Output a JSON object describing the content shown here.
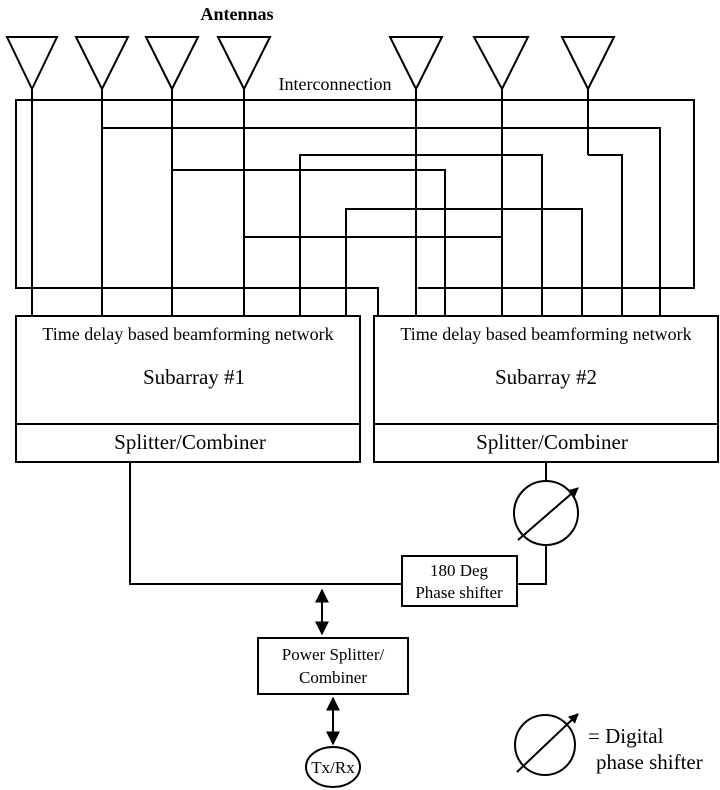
{
  "labels": {
    "antennas": "Antennas",
    "interconnection": "Interconnection",
    "legend_line1": "= Digital",
    "legend_line2": "phase shifter"
  },
  "subarray1": {
    "network": "Time delay based beamforming network",
    "name": "Subarray #1",
    "splitter": "Splitter/Combiner"
  },
  "subarray2": {
    "network": "Time delay based beamforming network",
    "name": "Subarray #2",
    "splitter": "Splitter/Combiner"
  },
  "phase_shifter_180": {
    "line1": "180 Deg",
    "line2": "Phase shifter"
  },
  "power_splitter": {
    "line1": "Power Splitter/",
    "line2": "Combiner"
  },
  "txrx": "Tx/Rx"
}
